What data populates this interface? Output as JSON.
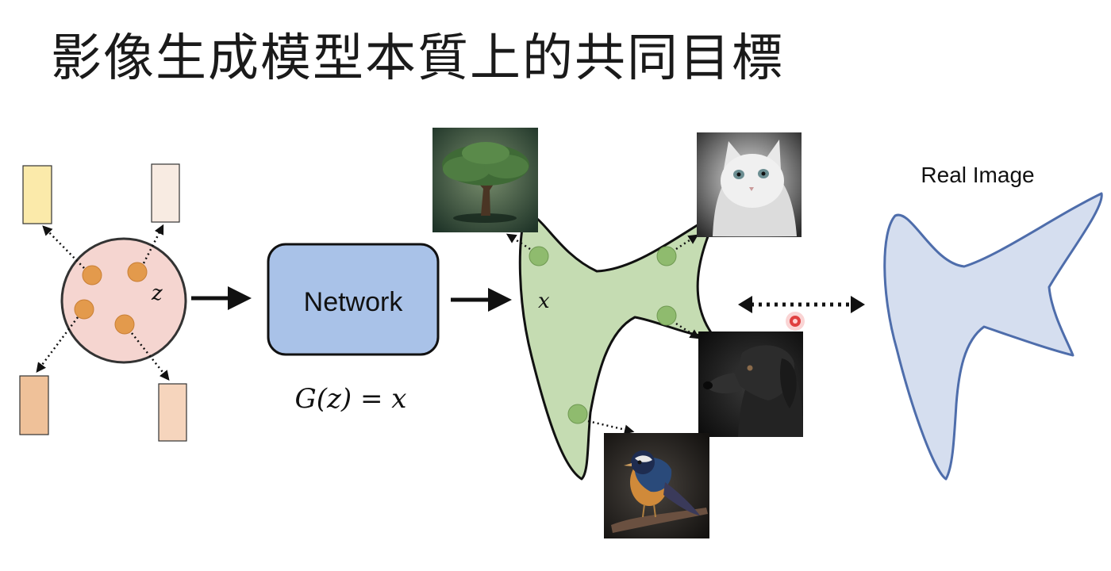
{
  "slide": {
    "title": "影像生成模型本質上的共同目標"
  },
  "diagram": {
    "latent_label": "z",
    "network_label": "Network",
    "equation": "G(z) = x",
    "output_label": "x",
    "real_label": "Real Image",
    "thumbnails": [
      "tree",
      "cat",
      "dog",
      "bird"
    ],
    "colors": {
      "latent_circle": "#f5d5d0",
      "latent_dot": "#e39a4c",
      "network_box": "#a9c2e8",
      "generated_dist": "#c5dcb2",
      "generated_dot": "#8fbb6e",
      "real_dist": "#d5deef",
      "real_stroke": "#4e6dab",
      "laser_pointer": "#e04040"
    },
    "sample_bar_colors": [
      "#fbeaaa",
      "#f8ebe2",
      "#efc199",
      "#f6d5bd"
    ]
  }
}
